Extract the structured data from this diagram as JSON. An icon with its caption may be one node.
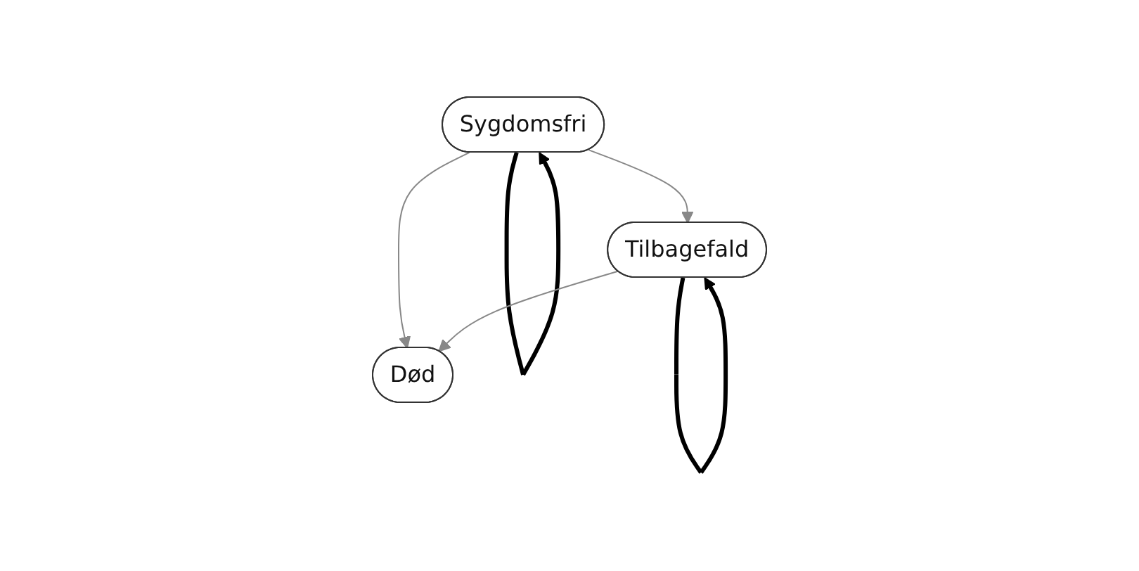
{
  "diagram": {
    "nodes": [
      {
        "text": [
          "Sygdomsfri"
        ]
      },
      {
        "text": [
          "Tilbagefald"
        ]
      },
      {
        "text": [
          "Død"
        ]
      }
    ],
    "edges": [
      {
        "from": 0,
        "to": 0,
        "arrow": "to",
        "style": "thick",
        "color": "#000000"
      },
      {
        "from": 1,
        "to": 1,
        "arrow": "to",
        "style": "thick",
        "color": "#000000"
      },
      {
        "from": 0,
        "to": 1,
        "arrow": "to"
      },
      {
        "from": 0,
        "to": 2,
        "arrow": "to"
      },
      {
        "from": 1,
        "to": 2,
        "arrow": "to"
      }
    ]
  }
}
